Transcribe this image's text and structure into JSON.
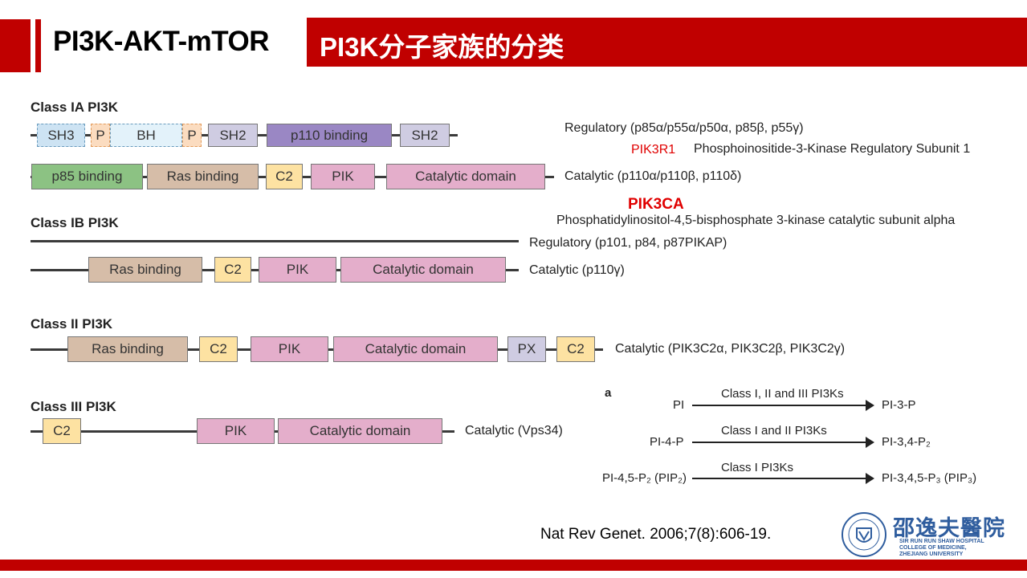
{
  "title": "PI3K-AKT-mTOR",
  "subtitle": "PI3K分子家族的分类",
  "class_ia": {
    "header": "Class IA PI3K",
    "regulatory_domains": [
      "SH3",
      "P",
      "BH",
      "P",
      "SH2",
      "p110 binding",
      "SH2"
    ],
    "regulatory_label": "Regulatory (p85α/p55α/p50α, p85β, p55γ)",
    "gene_reg": "PIK3R1",
    "gene_reg_name": "Phosphoinositide-3-Kinase Regulatory Subunit 1",
    "catalytic_domains": [
      "p85 binding",
      "Ras binding",
      "C2",
      "PIK",
      "Catalytic domain"
    ],
    "catalytic_label": "Catalytic (p110α/p110β, p110δ)",
    "gene_cat": "PIK3CA",
    "gene_cat_name": "Phosphatidylinositol-4,5-bisphosphate 3-kinase catalytic subunit alpha"
  },
  "class_ib": {
    "header": "Class IB PI3K",
    "regulatory_label": "Regulatory (p101, p84, p87PIKAP)",
    "catalytic_domains": [
      "Ras binding",
      "C2",
      "PIK",
      "Catalytic domain"
    ],
    "catalytic_label": "Catalytic (p110γ)"
  },
  "class_ii": {
    "header": "Class II PI3K",
    "domains": [
      "Ras binding",
      "C2",
      "PIK",
      "Catalytic domain",
      "PX",
      "C2"
    ],
    "label": "Catalytic (PIK3C2α, PIK3C2β, PIK3C2γ)"
  },
  "class_iii": {
    "header": "Class III PI3K",
    "domains": [
      "C2",
      "PIK",
      "Catalytic domain"
    ],
    "label": "Catalytic (Vps34)"
  },
  "pathway": {
    "panel_letter": "a",
    "reactions": [
      {
        "substrate": "PI",
        "enzyme": "Class I, II and III PI3Ks",
        "product": "PI-3-P"
      },
      {
        "substrate": "PI-4-P",
        "enzyme": "Class I and II PI3Ks",
        "product": "PI-3,4-P₂"
      },
      {
        "substrate": "PI-4,5-P₂ (PIP₂)",
        "enzyme": "Class I PI3Ks",
        "product": "PI-3,4,5-P₃ (PIP₃)"
      }
    ]
  },
  "citation": "Nat Rev Genet. 2006;7(8):606-19.",
  "logo": {
    "cn": "邵逸夫醫院",
    "en_lines": [
      "SIR RUN RUN SHAW HOSPITAL",
      "COLLEGE OF MEDICINE,",
      "ZHEJIANG UNIVERSITY"
    ]
  },
  "colors": {
    "brand_red": "#c00000",
    "sh3": "#cde3f3",
    "p": "#fbdcc0",
    "bh": "#e3f2fa",
    "sh2": "#cfcce2",
    "p110_binding": "#9a87c4",
    "p85_binding": "#8cc283",
    "ras_binding": "#d6bda8",
    "c2": "#fde2a2",
    "pik": "#e4aecb",
    "catalytic": "#e4aecb",
    "px": "#cfcce2",
    "logo_blue": "#2f5d9e"
  }
}
